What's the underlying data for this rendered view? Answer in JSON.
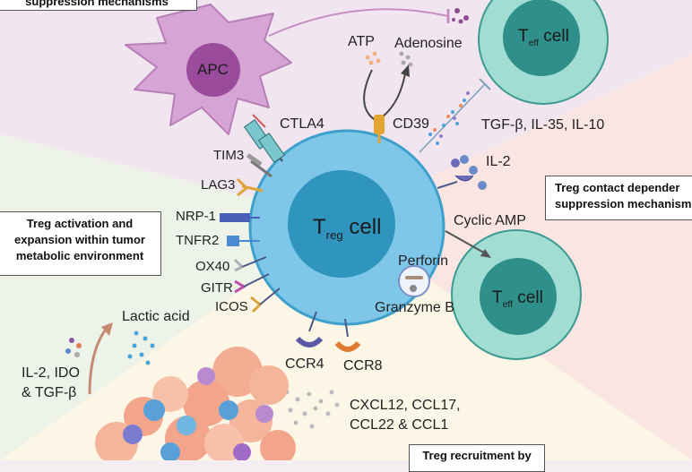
{
  "boxes": {
    "top_left": "suppression mechanisms",
    "activation": [
      "Treg activation and",
      "expansion within tumor",
      "metabolic environment"
    ],
    "contact": [
      "Treg contact depender",
      "suppression mechanism"
    ],
    "recruitment": "Treg recruitment by"
  },
  "cells": {
    "apc": "APC",
    "treg": {
      "main": "T",
      "sub": "reg",
      "suffix": " cell"
    },
    "teff_top": {
      "main": "T",
      "sub": "eff",
      "suffix": " cell"
    },
    "teff_bottom": {
      "main": "T",
      "sub": "eff",
      "suffix": " cell"
    }
  },
  "labels": {
    "atp": "ATP",
    "adenosine": "Adenosine",
    "ctla4": "CTLA4",
    "cd39": "CD39",
    "cytokines": "TGF-β, IL-35, IL-10",
    "il2": "IL-2",
    "tim3": "TIM3",
    "lag3": "LAG3",
    "nrp1": "NRP-1",
    "tnfr2": "TNFR2",
    "ox40": "OX40",
    "gitr": "GITR",
    "icos": "ICOS",
    "cyclic_amp": "Cyclic AMP",
    "perforin": "Perforin",
    "granzyme": "Granzyme B",
    "ccr4": "CCR4",
    "ccr8": "CCR8",
    "lactic": "Lactic acid",
    "il2_ido": [
      "IL-2, IDO",
      "& TGF-β"
    ],
    "chemokines": [
      "CXCL12, CCL17,",
      "CCL22 & CCL1"
    ]
  }
}
